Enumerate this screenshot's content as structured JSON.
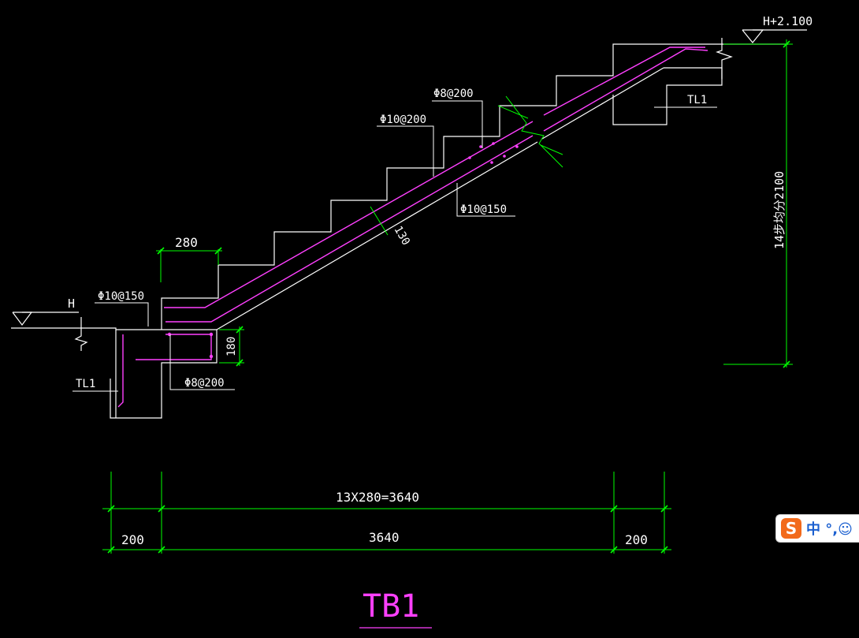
{
  "drawing": {
    "title": "TB1",
    "level_bottom": "H",
    "level_top": "H+2.100",
    "beam_left": "TL1",
    "beam_right": "TL1",
    "rebar_left_top": "Φ10@150",
    "rebar_left_dist": "Φ8@200",
    "rebar_top_mid": "Φ10@200",
    "rebar_top_dist": "Φ8@200",
    "rebar_bottom": "Φ10@150",
    "tread_width": "280",
    "slab_thickness": "130",
    "beam_depth": "180",
    "height_dim": "14步均分2100",
    "run_dim_upper": "13X280=3640",
    "run_dim_lower": "3640",
    "run_dim_left": "200",
    "run_dim_right": "200"
  },
  "colors": {
    "background": "#000000",
    "outline": "#ffffff",
    "rebar": "#ff40ff",
    "dimension": "#00ff00",
    "ime_accent": "#f26a1b"
  },
  "ime_toolbar": {
    "logo": "S",
    "text": "中 °,☺"
  }
}
